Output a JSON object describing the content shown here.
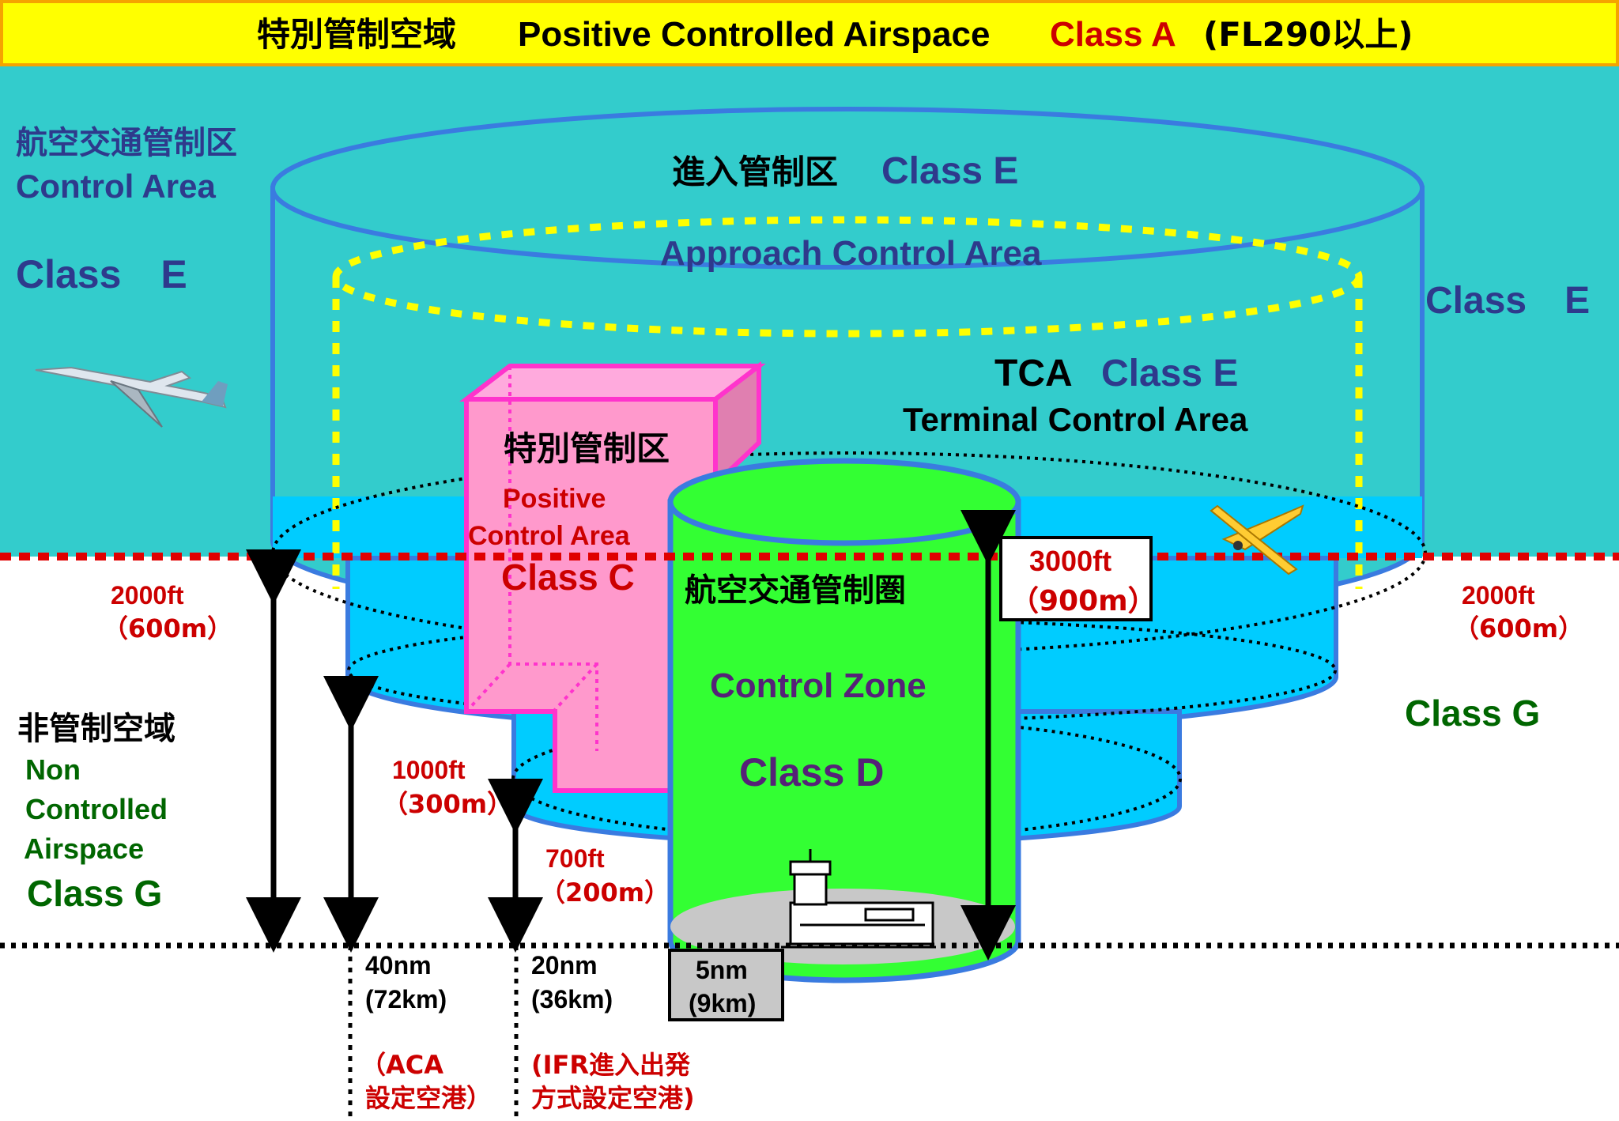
{
  "colors": {
    "banner_bg": "#ffff00",
    "banner_border": "#f5a300",
    "control_area": "#33cccc",
    "ring_fill": "#00ccff",
    "ring_edge": "#3a7be0",
    "tca_dashes": "#ffff00",
    "positive_area": "#ff99cc",
    "positive_edge": "#ff33cc",
    "control_zone": "#33ff33",
    "navy_text": "#2e3a8c",
    "red_text": "#cc0000",
    "green_text": "#006600",
    "boundary_dashes": "#e00000"
  },
  "banner": {
    "jp": "特別管制空域",
    "en": "Positive Controlled Airspace",
    "class": "Class A",
    "limit": "(FL290以上)"
  },
  "control_area": {
    "jp": "航空交通管制区",
    "en": "Control Area",
    "class_left": "Class　E",
    "class_right": "Class　E"
  },
  "approach_area": {
    "jp": "進入管制区",
    "class": "Class E",
    "en": "Approach Control Area"
  },
  "tca": {
    "abbr": "TCA",
    "class": "Class E",
    "en": "Terminal Control Area"
  },
  "positive_area": {
    "jp": "特別管制区",
    "en_line1": "Positive",
    "en_line2": "Control Area",
    "class": "Class C"
  },
  "control_zone": {
    "jp": "航空交通管制圏",
    "en": "Control Zone",
    "class": "Class D",
    "height_ft": "3000ft",
    "height_m": "（900m）",
    "radius_nm": "5nm",
    "radius_km": "(9km)"
  },
  "non_controlled": {
    "jp": "非管制空域",
    "en_line1": "Non",
    "en_line2": "Controlled",
    "en_line3": "Airspace",
    "class": "Class G",
    "class_right": "Class G"
  },
  "heights": {
    "left_2000_ft": "2000ft",
    "left_2000_m": "（600m）",
    "right_2000_ft": "2000ft",
    "right_2000_m": "（600m）",
    "h1000_ft": "1000ft",
    "h1000_m": "（300m）",
    "h700_ft": "700ft",
    "h700_m": "（200m）"
  },
  "radii": {
    "r40_nm": "40nm",
    "r40_km": "(72km)",
    "r40_note1": "（ACA",
    "r40_note2": "設定空港）",
    "r20_nm": "20nm",
    "r20_km": "(36km)",
    "r20_note1": "(IFR進入出発",
    "r20_note2": "方式設定空港)"
  }
}
